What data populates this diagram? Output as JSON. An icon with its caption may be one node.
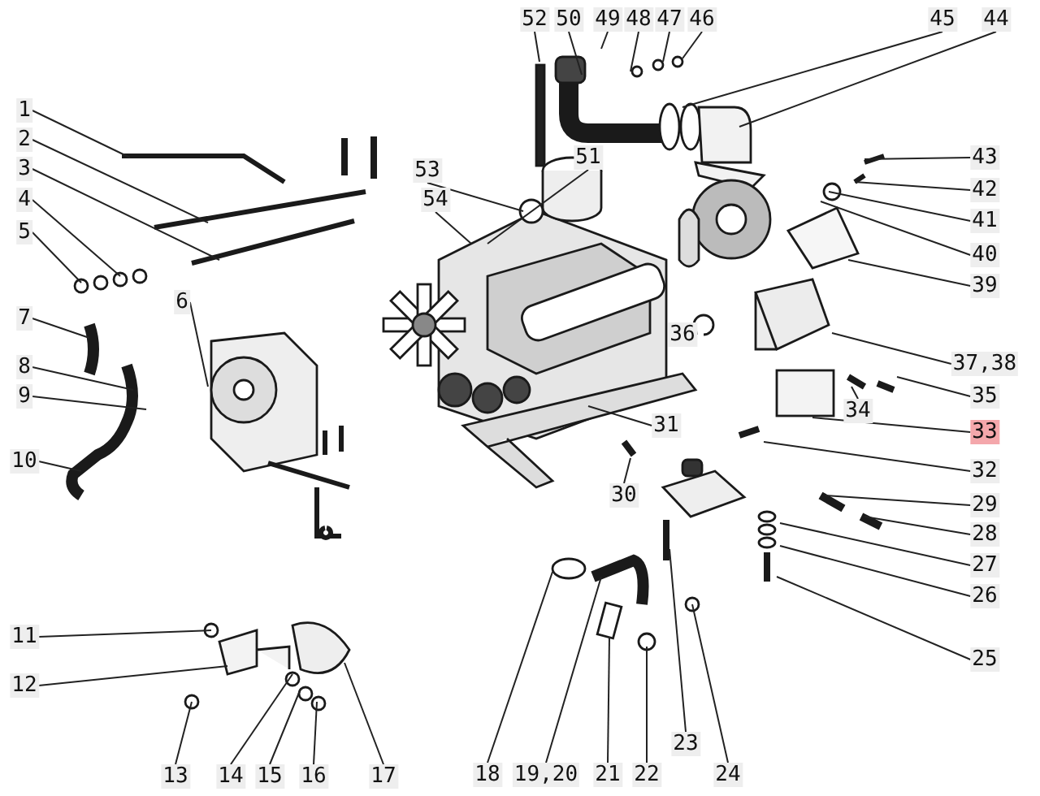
{
  "diagram": {
    "nodes": [
      {
        "text": [
          "1"
        ]
      },
      {
        "text": [
          "2"
        ]
      },
      {
        "text": [
          "3"
        ]
      },
      {
        "text": [
          "4"
        ]
      },
      {
        "text": [
          "5"
        ]
      },
      {
        "text": [
          "6"
        ]
      },
      {
        "text": [
          "7"
        ]
      },
      {
        "text": [
          "8"
        ]
      },
      {
        "text": [
          "9"
        ]
      },
      {
        "text": [
          "10"
        ]
      },
      {
        "text": [
          "11"
        ]
      },
      {
        "text": [
          "12"
        ]
      },
      {
        "text": [
          "13"
        ]
      },
      {
        "text": [
          "14"
        ]
      },
      {
        "text": [
          "15"
        ]
      },
      {
        "text": [
          "16"
        ]
      },
      {
        "text": [
          "17"
        ]
      },
      {
        "text": [
          "18"
        ]
      },
      {
        "text": [
          "19,20"
        ]
      },
      {
        "text": [
          "21"
        ]
      },
      {
        "text": [
          "22"
        ]
      },
      {
        "text": [
          "23"
        ]
      },
      {
        "text": [
          "24"
        ]
      },
      {
        "text": [
          "25"
        ]
      },
      {
        "text": [
          "26"
        ]
      },
      {
        "text": [
          "27"
        ]
      },
      {
        "text": [
          "28"
        ]
      },
      {
        "text": [
          "29"
        ]
      },
      {
        "text": [
          "30"
        ]
      },
      {
        "text": [
          "31"
        ]
      },
      {
        "text": [
          "32"
        ]
      },
      {
        "text": [
          "33"
        ]
      },
      {
        "text": [
          "34"
        ]
      },
      {
        "text": [
          "35"
        ]
      },
      {
        "text": [
          "36"
        ]
      },
      {
        "text": [
          "37,38"
        ]
      },
      {
        "text": [
          "39"
        ]
      },
      {
        "text": [
          "40"
        ]
      },
      {
        "text": [
          "41"
        ]
      },
      {
        "text": [
          "42"
        ]
      },
      {
        "text": [
          "43"
        ]
      },
      {
        "text": [
          "44"
        ]
      },
      {
        "text": [
          "45"
        ]
      },
      {
        "text": [
          "46"
        ]
      },
      {
        "text": [
          "47"
        ]
      },
      {
        "text": [
          "48"
        ]
      },
      {
        "text": [
          "49"
        ]
      },
      {
        "text": [
          "50"
        ]
      },
      {
        "text": [
          "51"
        ]
      },
      {
        "text": [
          "52"
        ]
      },
      {
        "text": [
          "53"
        ]
      },
      {
        "text": [
          "54"
        ]
      }
    ],
    "edges": [
      {
        "from": 0,
        "to": null,
        "arrow": "none"
      },
      {
        "from": 1,
        "to": null,
        "arrow": "none"
      },
      {
        "from": 2,
        "to": null,
        "arrow": "none"
      },
      {
        "from": 3,
        "to": null,
        "arrow": "none"
      },
      {
        "from": 4,
        "to": null,
        "arrow": "none"
      },
      {
        "from": 5,
        "to": null,
        "arrow": "none"
      },
      {
        "from": 6,
        "to": null,
        "arrow": "none"
      },
      {
        "from": 7,
        "to": null,
        "arrow": "none"
      },
      {
        "from": 8,
        "to": null,
        "arrow": "none"
      },
      {
        "from": 9,
        "to": null,
        "arrow": "none"
      },
      {
        "from": 10,
        "to": null,
        "arrow": "none"
      },
      {
        "from": 11,
        "to": null,
        "arrow": "none"
      },
      {
        "from": 12,
        "to": null,
        "arrow": "none"
      },
      {
        "from": 13,
        "to": null,
        "arrow": "none"
      },
      {
        "from": 14,
        "to": null,
        "arrow": "none"
      },
      {
        "from": 15,
        "to": null,
        "arrow": "none"
      },
      {
        "from": 16,
        "to": null,
        "arrow": "none"
      },
      {
        "from": 17,
        "to": null,
        "arrow": "none"
      },
      {
        "from": 18,
        "to": null,
        "arrow": "none"
      },
      {
        "from": 19,
        "to": null,
        "arrow": "none"
      },
      {
        "from": 20,
        "to": null,
        "arrow": "none"
      },
      {
        "from": 21,
        "to": null,
        "arrow": "none"
      },
      {
        "from": 22,
        "to": null,
        "arrow": "none"
      },
      {
        "from": 23,
        "to": null,
        "arrow": "none"
      },
      {
        "from": 24,
        "to": null,
        "arrow": "none"
      },
      {
        "from": 25,
        "to": null,
        "arrow": "none"
      },
      {
        "from": 26,
        "to": null,
        "arrow": "none"
      },
      {
        "from": 27,
        "to": null,
        "arrow": "none"
      },
      {
        "from": 28,
        "to": null,
        "arrow": "none"
      },
      {
        "from": 29,
        "to": null,
        "arrow": "none"
      },
      {
        "from": 30,
        "to": null,
        "arrow": "none"
      },
      {
        "from": 31,
        "to": null,
        "arrow": "none"
      },
      {
        "from": 32,
        "to": null,
        "arrow": "none"
      },
      {
        "from": 33,
        "to": null,
        "arrow": "none"
      },
      {
        "from": 34,
        "to": null,
        "arrow": "none"
      },
      {
        "from": 35,
        "to": null,
        "arrow": "none"
      },
      {
        "from": 36,
        "to": null,
        "arrow": "none"
      },
      {
        "from": 37,
        "to": null,
        "arrow": "none"
      },
      {
        "from": 38,
        "to": null,
        "arrow": "none"
      },
      {
        "from": 39,
        "to": null,
        "arrow": "none"
      },
      {
        "from": 40,
        "to": null,
        "arrow": "none"
      },
      {
        "from": 41,
        "to": null,
        "arrow": "none"
      },
      {
        "from": 42,
        "to": null,
        "arrow": "none"
      },
      {
        "from": 43,
        "to": null,
        "arrow": "none"
      },
      {
        "from": 44,
        "to": null,
        "arrow": "none"
      },
      {
        "from": 45,
        "to": null,
        "arrow": "none"
      },
      {
        "from": 46,
        "to": null,
        "arrow": "none"
      },
      {
        "from": 47,
        "to": null,
        "arrow": "none"
      },
      {
        "from": 48,
        "to": null,
        "arrow": "none"
      },
      {
        "from": 49,
        "to": null,
        "arrow": "none"
      },
      {
        "from": 50,
        "to": null,
        "arrow": "none"
      },
      {
        "from": 51,
        "to": null,
        "arrow": "none"
      }
    ]
  }
}
